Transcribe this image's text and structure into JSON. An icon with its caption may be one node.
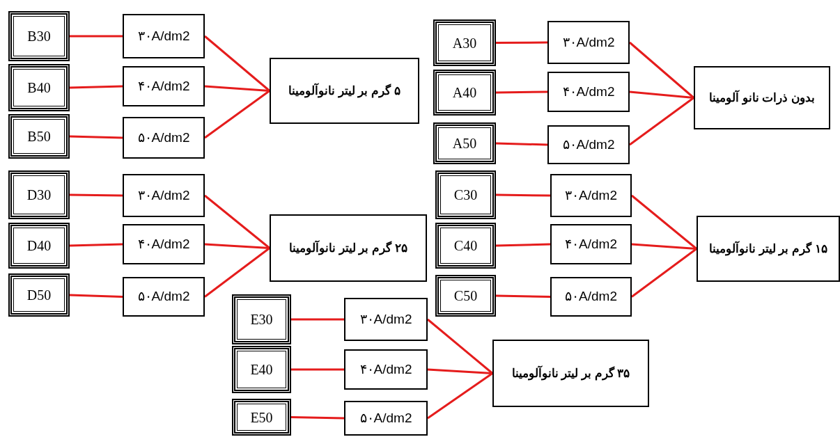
{
  "diagram": {
    "nodes": [
      {
        "text": [
          "B30"
        ]
      },
      {
        "text": [
          "B40"
        ]
      },
      {
        "text": [
          "B50"
        ]
      },
      {
        "text": [
          "۳۰A/dm2"
        ]
      },
      {
        "text": [
          "۴۰A/dm2"
        ]
      },
      {
        "text": [
          "۵۰A/dm2"
        ]
      },
      {
        "text": [
          "۵ گرم بر لیتر نانوآلومینا"
        ]
      },
      {
        "text": [
          "A30"
        ]
      },
      {
        "text": [
          "A40"
        ]
      },
      {
        "text": [
          "A50"
        ]
      },
      {
        "text": [
          "۳۰A/dm2"
        ]
      },
      {
        "text": [
          "۴۰A/dm2"
        ]
      },
      {
        "text": [
          "۵۰A/dm2"
        ]
      },
      {
        "text": [
          "بدون ذرات نانو آلومینا"
        ]
      },
      {
        "text": [
          "D30"
        ]
      },
      {
        "text": [
          "D40"
        ]
      },
      {
        "text": [
          "D50"
        ]
      },
      {
        "text": [
          "۳۰A/dm2"
        ]
      },
      {
        "text": [
          "۴۰A/dm2"
        ]
      },
      {
        "text": [
          "۵۰A/dm2"
        ]
      },
      {
        "text": [
          "۲۵ گرم بر لیتر نانوآلومینا"
        ]
      },
      {
        "text": [
          "C30"
        ]
      },
      {
        "text": [
          "C40"
        ]
      },
      {
        "text": [
          "C50"
        ]
      },
      {
        "text": [
          "۳۰A/dm2"
        ]
      },
      {
        "text": [
          "۴۰A/dm2"
        ]
      },
      {
        "text": [
          "۵۰A/dm2"
        ]
      },
      {
        "text": [
          "۱۵ گرم بر لیتر نانوآلومینا"
        ]
      },
      {
        "text": [
          "E30"
        ]
      },
      {
        "text": [
          "E40"
        ]
      },
      {
        "text": [
          "E50"
        ]
      },
      {
        "text": [
          "۳۰A/dm2"
        ]
      },
      {
        "text": [
          "۴۰A/dm2"
        ]
      },
      {
        "text": [
          "۵۰A/dm2"
        ]
      },
      {
        "text": [
          "۳۵ گرم بر لیتر نانوآلومینا"
        ]
      }
    ],
    "edges": [
      {
        "from": 0,
        "to": 3,
        "arrow": "none"
      },
      {
        "from": 1,
        "to": 4,
        "arrow": "none"
      },
      {
        "from": 2,
        "to": 5,
        "arrow": "none"
      },
      {
        "from": 3,
        "to": 6,
        "arrow": "none"
      },
      {
        "from": 4,
        "to": 6,
        "arrow": "none"
      },
      {
        "from": 5,
        "to": 6,
        "arrow": "none"
      },
      {
        "from": 7,
        "to": 10,
        "arrow": "none"
      },
      {
        "from": 8,
        "to": 11,
        "arrow": "none"
      },
      {
        "from": 9,
        "to": 12,
        "arrow": "none"
      },
      {
        "from": 10,
        "to": 13,
        "arrow": "none"
      },
      {
        "from": 11,
        "to": 13,
        "arrow": "none"
      },
      {
        "from": 12,
        "to": 13,
        "arrow": "none"
      },
      {
        "from": 14,
        "to": 17,
        "arrow": "none"
      },
      {
        "from": 15,
        "to": 18,
        "arrow": "none"
      },
      {
        "from": 16,
        "to": 19,
        "arrow": "none"
      },
      {
        "from": 17,
        "to": 20,
        "arrow": "none"
      },
      {
        "from": 18,
        "to": 20,
        "arrow": "none"
      },
      {
        "from": 19,
        "to": 20,
        "arrow": "none"
      },
      {
        "from": 21,
        "to": 24,
        "arrow": "none"
      },
      {
        "from": 22,
        "to": 25,
        "arrow": "none"
      },
      {
        "from": 23,
        "to": 26,
        "arrow": "none"
      },
      {
        "from": 24,
        "to": 27,
        "arrow": "none"
      },
      {
        "from": 25,
        "to": 27,
        "arrow": "none"
      },
      {
        "from": 26,
        "to": 27,
        "arrow": "none"
      },
      {
        "from": 28,
        "to": 31,
        "arrow": "none"
      },
      {
        "from": 29,
        "to": 32,
        "arrow": "none"
      },
      {
        "from": 30,
        "to": 33,
        "arrow": "none"
      },
      {
        "from": 31,
        "to": 34,
        "arrow": "none"
      },
      {
        "from": 32,
        "to": 34,
        "arrow": "none"
      },
      {
        "from": 33,
        "to": 34,
        "arrow": "none"
      }
    ]
  }
}
